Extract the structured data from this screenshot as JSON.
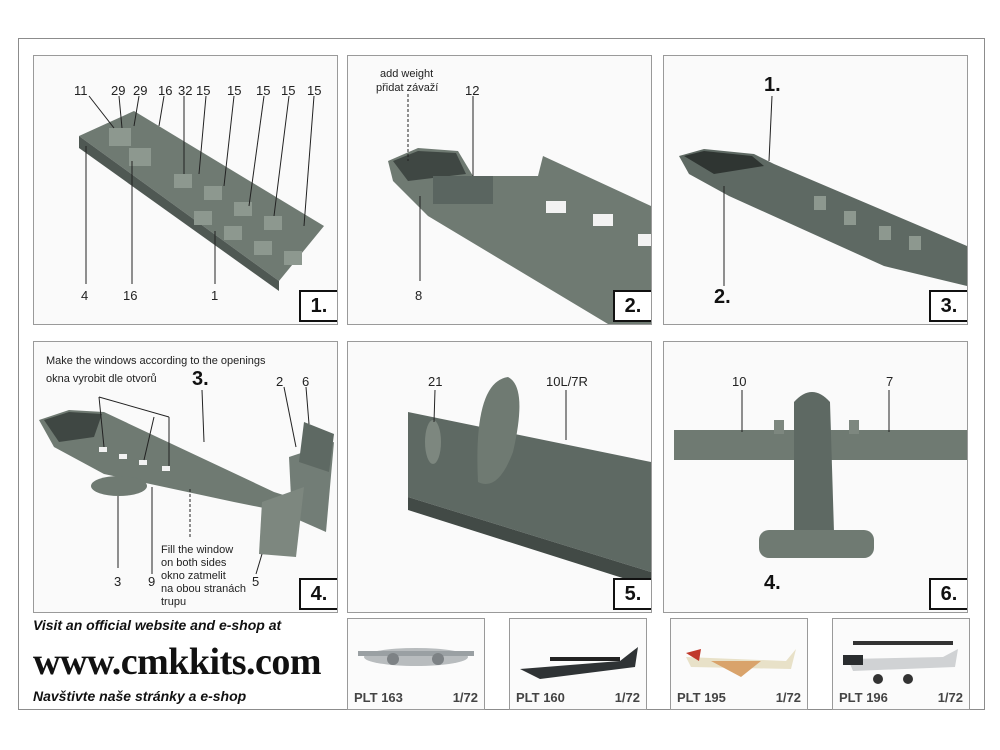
{
  "panels": [
    {
      "step": "1.",
      "labels": [
        "11",
        "29",
        "29",
        "16",
        "32",
        "15",
        "15",
        "15",
        "15",
        "15",
        "4",
        "16",
        "1"
      ]
    },
    {
      "step": "2.",
      "labels": [
        "add weight",
        "přidat závaží",
        "12",
        "8"
      ]
    },
    {
      "step": "3.",
      "callouts": [
        "1.",
        "2."
      ]
    },
    {
      "step": "4.",
      "labels": [
        "Make the windows according to the openings",
        "okna vyrobit dle otvorů",
        "2",
        "6",
        "3",
        "9",
        "5",
        "Fill the window",
        "on both sides",
        "okno zatmelit",
        "na obou stranách",
        "trupu"
      ],
      "callouts": [
        "3."
      ]
    },
    {
      "step": "5.",
      "labels": [
        "21",
        "10L/7R"
      ]
    },
    {
      "step": "6.",
      "labels": [
        "10",
        "7"
      ],
      "callouts": [
        "4."
      ]
    }
  ],
  "footer": {
    "visit_text": "Visit an official website and e-shop at",
    "url": "www.cmkkits.com",
    "navstivte": "Navštivte naše stránky a e-shop"
  },
  "thumbs": [
    {
      "code": "PLT 163",
      "scale": "1/72"
    },
    {
      "code": "PLT 160",
      "scale": "1/72"
    },
    {
      "code": "PLT 195",
      "scale": "1/72"
    },
    {
      "code": "PLT 196",
      "scale": "1/72"
    }
  ],
  "colors": {
    "part_grey": "#6f7a72",
    "part_dark": "#3f4743",
    "part_light": "#8d988f"
  }
}
